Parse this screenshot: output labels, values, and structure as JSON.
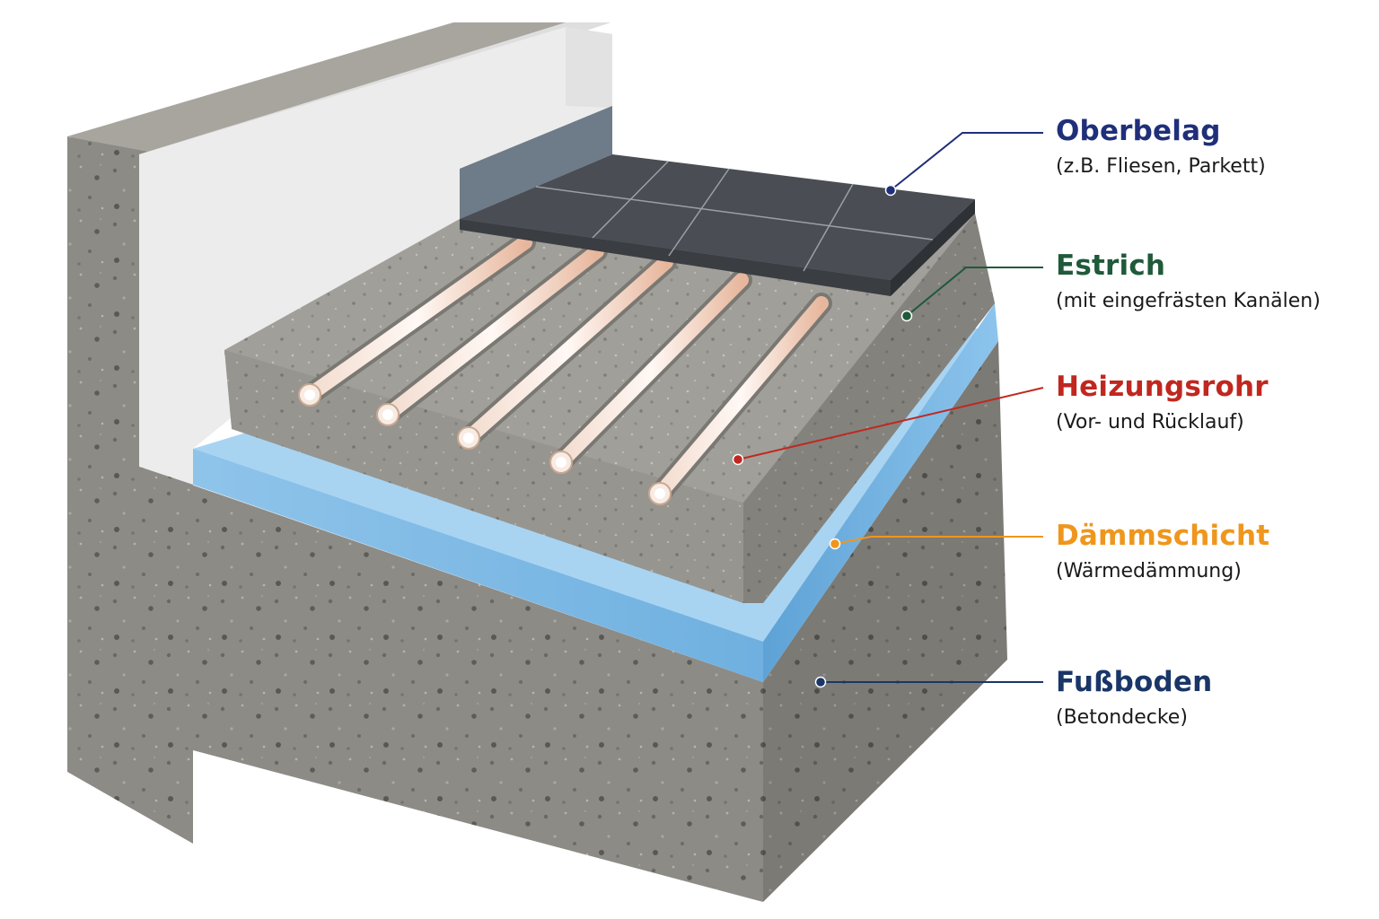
{
  "labels": [
    {
      "id": "oberbelag",
      "title": "Oberbelag",
      "subtitle": "(z.B. Fliesen, Parkett)",
      "color": "#1f2f7a"
    },
    {
      "id": "estrich",
      "title": "Estrich",
      "subtitle": "(mit eingefrästen Kanälen)",
      "color": "#1f5a3a"
    },
    {
      "id": "heizungsrohr",
      "title": "Heizungsrohr",
      "subtitle": "(Vor- und Rücklauf)",
      "color": "#c0271f"
    },
    {
      "id": "daemmschicht",
      "title": "Dämmschicht",
      "subtitle": "(Wärmedämmung)",
      "color": "#ef961c"
    },
    {
      "id": "fussboden",
      "title": "Fußboden",
      "subtitle": "(Betondecke)",
      "color": "#1a3668"
    }
  ]
}
